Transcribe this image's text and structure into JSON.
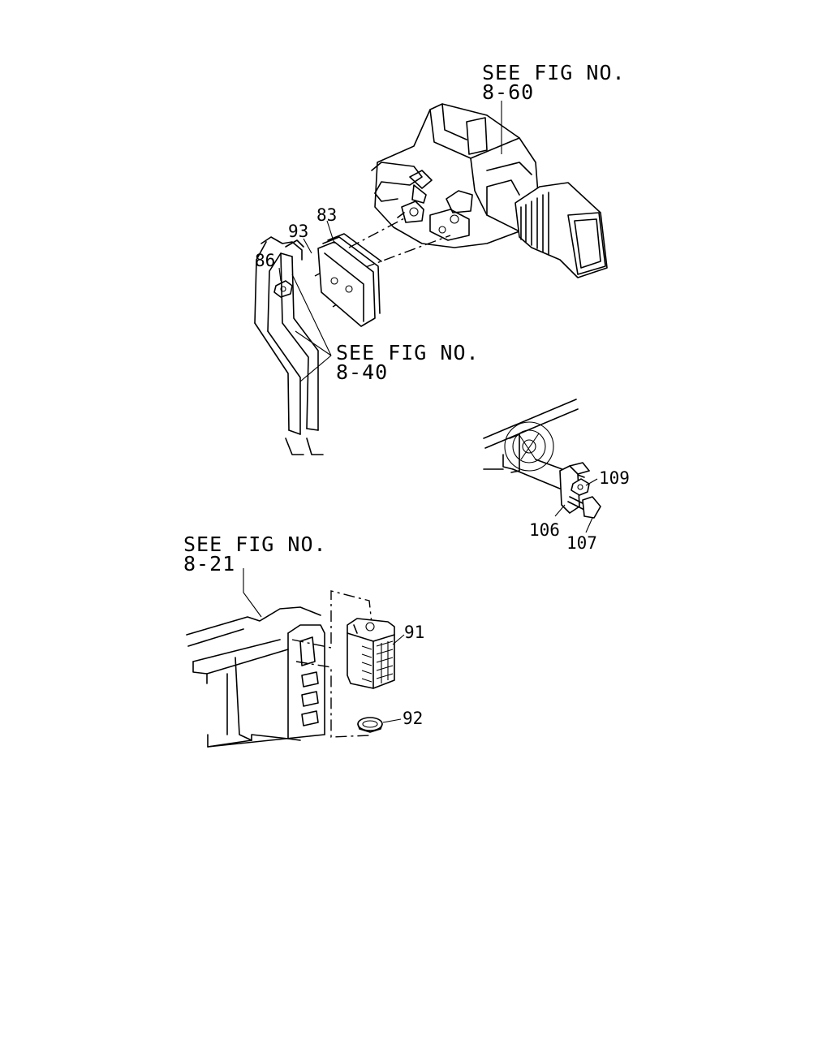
{
  "references": {
    "fig_8_60": {
      "line1": "SEE FIG NO.",
      "line2": "8-60"
    },
    "fig_8_40": {
      "line1": "SEE FIG NO.",
      "line2": "8-40"
    },
    "fig_8_21": {
      "line1": "SEE FIG NO.",
      "line2": "8-21"
    }
  },
  "callouts": {
    "c83": "83",
    "c93": "93",
    "c86": "86",
    "c109": "109",
    "c106": "106",
    "c107": "107",
    "c91": "91",
    "c92": "92"
  }
}
